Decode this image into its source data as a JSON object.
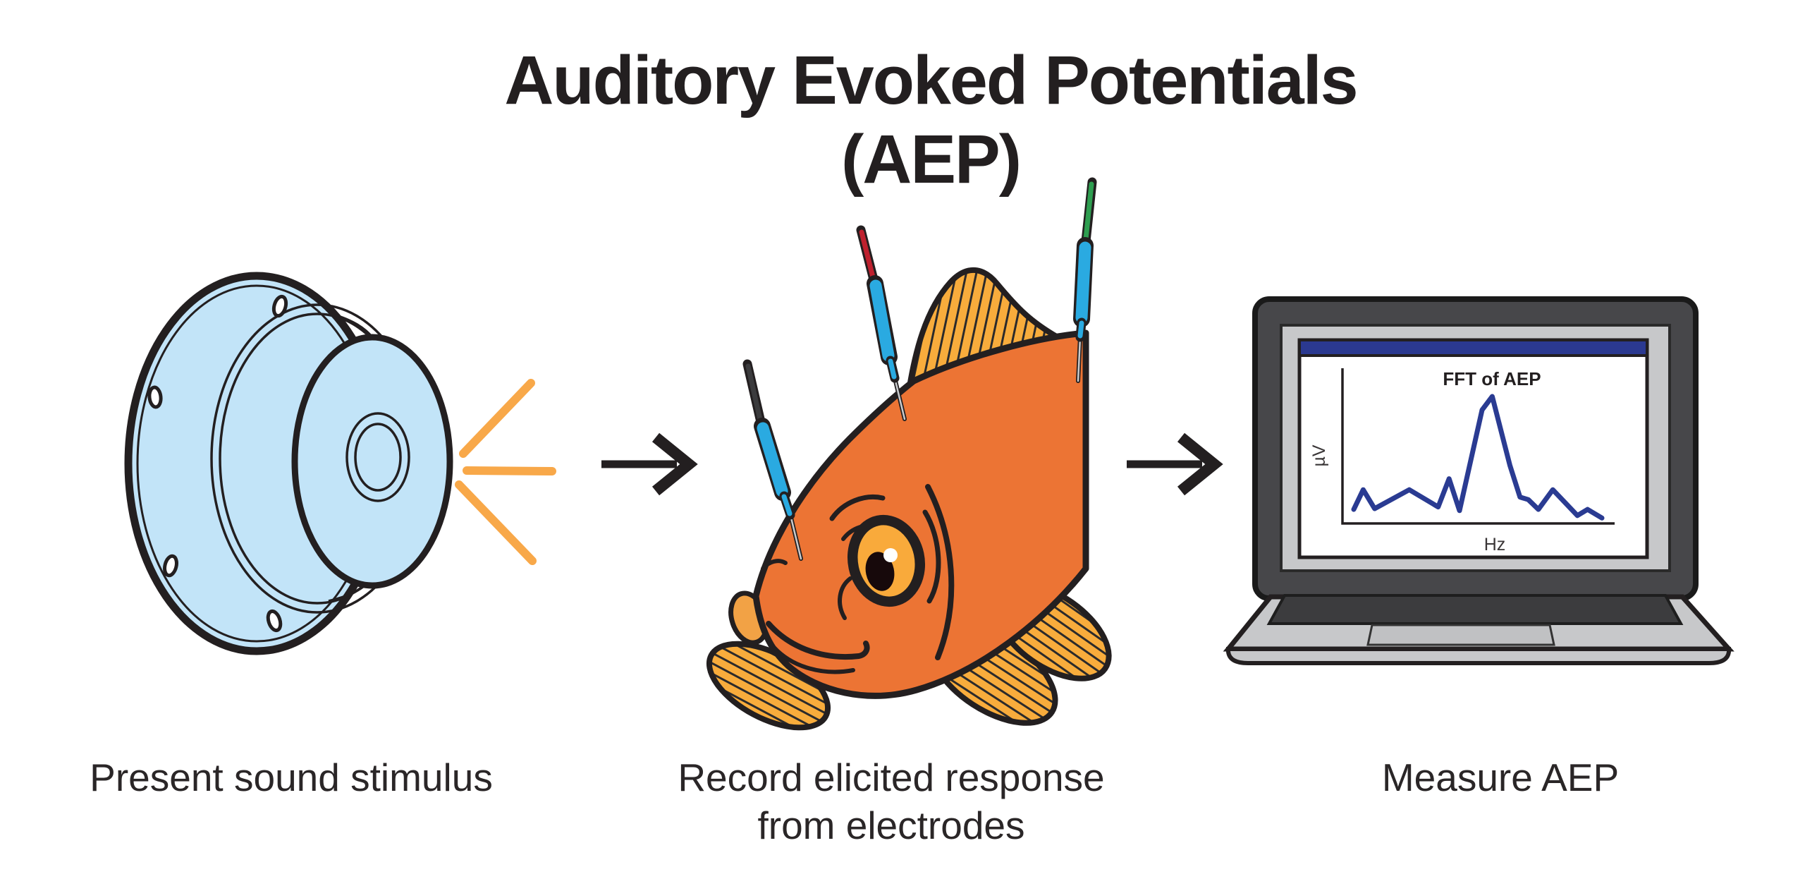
{
  "title": "Auditory Evoked Potentials (AEP)",
  "steps": {
    "step1_label": "Present sound stimulus",
    "step2_label_line1": "Record elicited response",
    "step2_label_line2": "from electrodes",
    "step3_label": "Measure AEP"
  },
  "electrodes": [
    {
      "name": "electrode-1",
      "wire_color_name": "black",
      "wire_color": "#3B3B3D",
      "sleeve_color": "#2AAAE1"
    },
    {
      "name": "electrode-2",
      "wire_color_name": "red",
      "wire_color": "#BE202E",
      "sleeve_color": "#2AAAE1"
    },
    {
      "name": "electrode-3",
      "wire_color_name": "green",
      "wire_color": "#2E9E50",
      "sleeve_color": "#2AAAE1"
    }
  ],
  "colors": {
    "outline": "#231F20",
    "speaker_blue": "#C2E4F8",
    "sound_orange": "#F8A849",
    "fish_body_orange": "#EC7434",
    "fin_gold": "#F8AC3C",
    "eye_amber": "#F9AA3B",
    "lip_orange": "#F2A245",
    "laptop_frame_dark": "#47474A",
    "laptop_bezel_gray": "#C7C8CA",
    "keyboard_dark": "#3C3C3E",
    "titlebar_navy": "#2B3990",
    "chart_line_navy": "#2A3B92",
    "arrow_black": "#231F20"
  },
  "chart_data": {
    "type": "line",
    "title": "FFT of AEP",
    "xlabel": "Hz",
    "ylabel": "µV",
    "legend": "none",
    "grid": false,
    "axis_tick_labels": "none (unlabeled schematic axes)",
    "ylim": [
      0,
      100
    ],
    "x": [
      0,
      3.8,
      8.4,
      22.4,
      34,
      38.4,
      42.6,
      51.7,
      55.8,
      62.9,
      67,
      70.3,
      74.4,
      80.2,
      90.1,
      94.2,
      100
    ],
    "values": [
      8,
      24,
      8.6,
      24,
      10,
      33,
      7,
      89,
      100,
      44,
      18,
      16,
      8,
      24,
      3,
      8,
      1
    ],
    "line_color": "#2A3B92"
  }
}
